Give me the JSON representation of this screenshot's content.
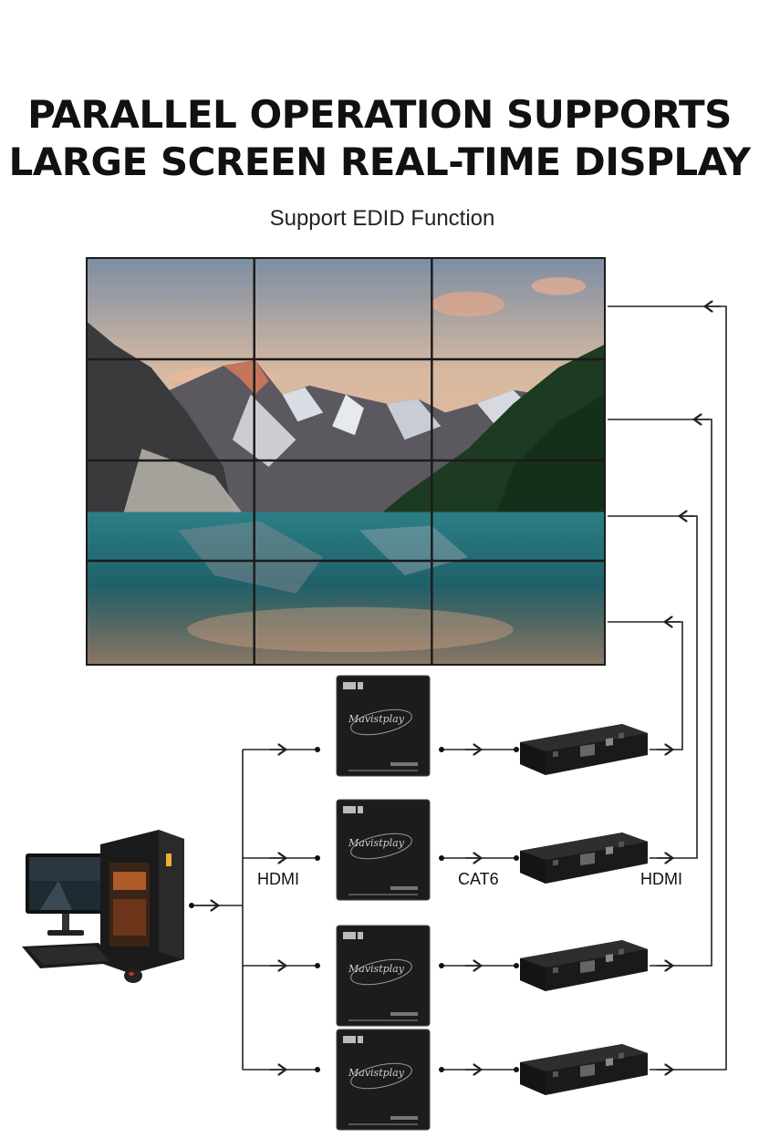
{
  "header": {
    "title_line1": "PARALLEL OPERATION SUPPORTS",
    "title_line2": "LARGE SCREEN REAL-TIME DISPLAY",
    "subtitle": "Support EDID Function"
  },
  "video_wall": {
    "rows": 4,
    "cols": 3
  },
  "labels": {
    "input": "HDMI",
    "cable": "CAT6",
    "output": "HDMI"
  },
  "transmitter": {
    "brand_text": "Mavistplay"
  },
  "colors": {
    "wire": "#222222",
    "device": "#1c1c1c",
    "sky": "#c9a07a",
    "water": "#1f6f78",
    "forest": "#1d3a22",
    "rock": "#5d5a5e"
  }
}
